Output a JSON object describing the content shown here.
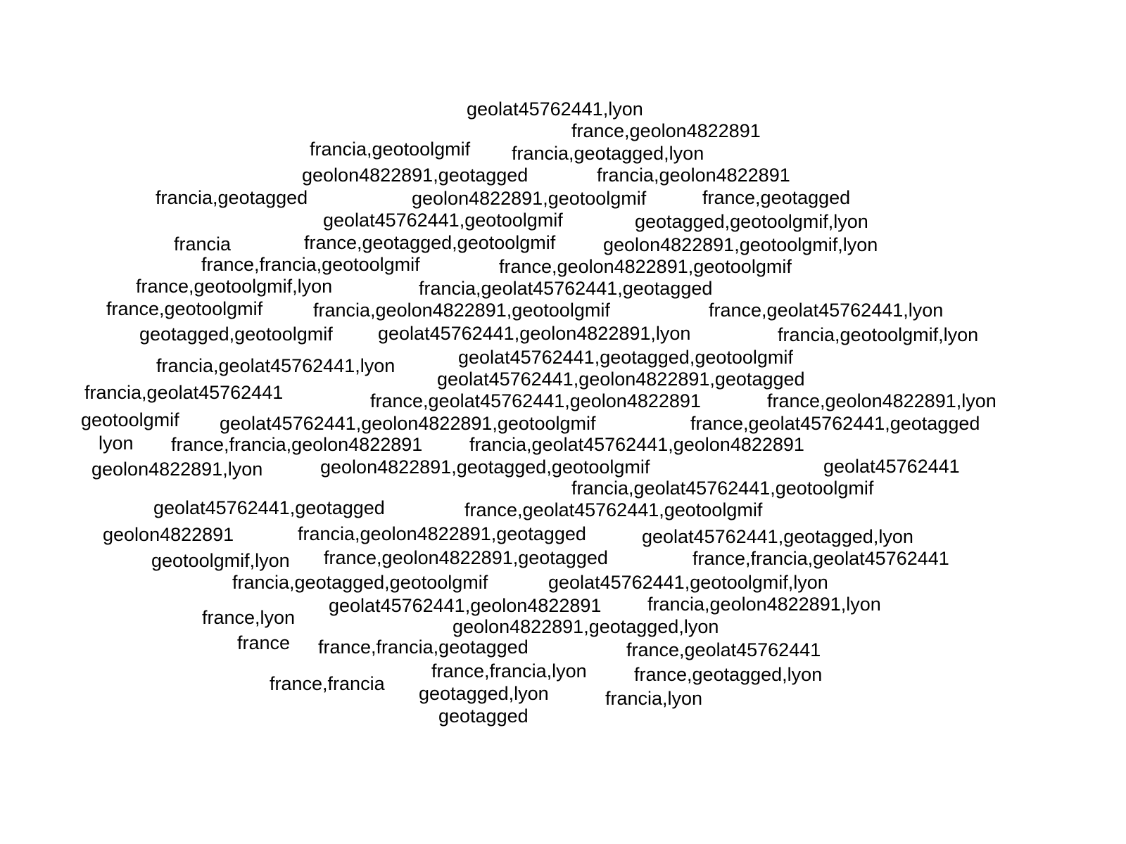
{
  "text_color": "#000000",
  "background_color": "#ffffff",
  "words": [
    "geolat45762441,lyon",
    "france,geolon4822891",
    "francia,geotoolgmif",
    "francia,geotagged,lyon",
    "geolon4822891,geotagged",
    "francia,geolon4822891",
    "francia,geotagged",
    "geolon4822891,geotoolgmif",
    "france,geotagged",
    "geolat45762441,geotoolgmif",
    "geotagged,geotoolgmif,lyon",
    "francia",
    "france,geotagged,geotoolgmif",
    "geolon4822891,geotoolgmif,lyon",
    "france,francia,geotoolgmif",
    "france,geolon4822891,geotoolgmif",
    "france,geotoolgmif,lyon",
    "francia,geolat45762441,geotagged",
    "france,geotoolgmif",
    "francia,geolon4822891,geotoolgmif",
    "france,geolat45762441,lyon",
    "geotagged,geotoolgmif",
    "geolat45762441,geolon4822891,lyon",
    "francia,geotoolgmif,lyon",
    "geolat45762441,geotagged,geotoolgmif",
    "francia,geolat45762441,lyon",
    "geolat45762441,geolon4822891,geotagged",
    "francia,geolat45762441",
    "france,geolat45762441,geolon4822891",
    "france,geolon4822891,lyon",
    "geotoolgmif",
    "geolat45762441,geolon4822891,geotoolgmif",
    "france,geolat45762441,geotagged",
    "lyon",
    "france,francia,geolon4822891",
    "francia,geolat45762441,geolon4822891",
    "geolon4822891,lyon",
    "geolon4822891,geotagged,geotoolgmif",
    "geolat45762441",
    "francia,geolat45762441,geotoolgmif",
    "geolat45762441,geotagged",
    "france,geolat45762441,geotoolgmif",
    "geolon4822891",
    "francia,geolon4822891,geotagged",
    "geolat45762441,geotagged,lyon",
    "geotoolgmif,lyon",
    "france,geolon4822891,geotagged",
    "france,francia,geolat45762441",
    "francia,geotagged,geotoolgmif",
    "geolat45762441,geotoolgmif,lyon",
    "france,lyon",
    "geolat45762441,geolon4822891",
    "francia,geolon4822891,lyon",
    "geolon4822891,geotagged,lyon",
    "france",
    "france,francia,geotagged",
    "france,geolat45762441",
    "france,francia",
    "france,francia,lyon",
    "france,geotagged,lyon",
    "geotagged,lyon",
    "francia,lyon",
    "geotagged"
  ]
}
